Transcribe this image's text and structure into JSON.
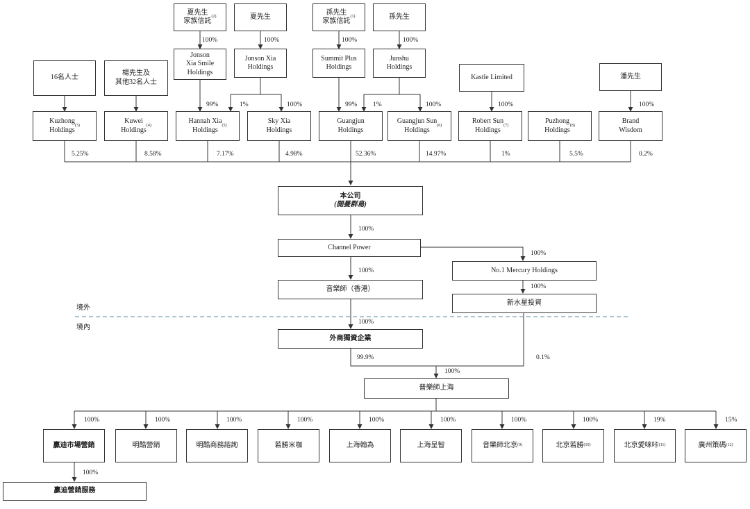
{
  "boxes": {
    "xia_trust": {
      "text": "夏先生\n家族信託",
      "sup": "(2)"
    },
    "xia": {
      "text": "夏先生"
    },
    "sun_trust": {
      "text": "孫先生\n家族信託",
      "sup": "(1)"
    },
    "sun": {
      "text": "孫先生"
    },
    "jonson_smile": {
      "text": "Jonson\nXia Smile\nHoldings"
    },
    "jonson_xia": {
      "text": "Jonson Xia\nHoldings"
    },
    "summit": {
      "text": "Summit Plus\nHoldings"
    },
    "junshu": {
      "text": "Junshu\nHoldings"
    },
    "people16": {
      "text": "16名人士"
    },
    "yang": {
      "text": "楊先生及\n其他32名人士"
    },
    "kastle": {
      "text": "Kastle Limited"
    },
    "pan": {
      "text": "潘先生"
    },
    "kuzhong": {
      "text": "Kuzhong\nHoldings",
      "sup": "(3)"
    },
    "kuwei": {
      "text": "Kuwei\nHoldings",
      "sup": "(4)"
    },
    "hannah": {
      "text": "Hannah Xia\nHoldings",
      "sup": "(5)"
    },
    "skyxia": {
      "text": "Sky Xia\nHoldings"
    },
    "guangjun": {
      "text": "Guangjun\nHoldings"
    },
    "guangjunsun": {
      "text": "Guangjun Sun\nHoldings",
      "sup": "(6)"
    },
    "robertsun": {
      "text": "Robert Sun\nHoldings",
      "sup": "(7)"
    },
    "puzhong": {
      "text": "Puzhong\nHoldings",
      "sup": "(8)"
    },
    "brand": {
      "text": "Brand\nWisdom"
    },
    "company": {
      "text": "本公司",
      "sub": "(開曼群島)"
    },
    "channel": {
      "text": "Channel Power"
    },
    "mercury": {
      "text": "No.1 Mercury Holdings"
    },
    "musichk": {
      "text": "音樂師（香港）"
    },
    "xinshuixing": {
      "text": "新水星投資"
    },
    "wfoe": {
      "text": "外商獨資企業"
    },
    "musicsh": {
      "text": "普樂師上海"
    },
    "yingdi": {
      "text": "贏迪市場營銷"
    },
    "mingku": {
      "text": "明酷營銷"
    },
    "mingkushang": {
      "text": "明酷商務諮詢"
    },
    "ruosheng": {
      "text": "若勝米咖"
    },
    "hanwei": {
      "text": "上海翰為"
    },
    "chengzhi": {
      "text": "上海呈智"
    },
    "musicbj": {
      "text": "音樂師北京",
      "sup": "(9)"
    },
    "bjruosheng": {
      "text": "北京若勝",
      "sup": "(10)"
    },
    "bjaimi": {
      "text": "北京愛咪咔",
      "sup": "(11)"
    },
    "gzce": {
      "text": "廣州策碼",
      "sup": "(12)"
    },
    "yingdiservice": {
      "text": "贏迪營銷服務"
    }
  },
  "percentages": {
    "p_smile": "100%",
    "p_jxia": "100%",
    "p_summit": "100%",
    "p_junshu": "100%",
    "p_hannah99": "99%",
    "p_hannah1": "1%",
    "p_sky100": "100%",
    "p_gj99": "99%",
    "p_gj1": "1%",
    "p_gjs100": "100%",
    "p_kastle": "100%",
    "p_brand": "100%",
    "p_kuzhong": "5.25%",
    "p_kuwei": "8.58%",
    "p_hannah": "7.17%",
    "p_sky": "4.98%",
    "p_guangjun": "52.36%",
    "p_guangjunsun": "14.97%",
    "p_robert": "1%",
    "p_puzhong": "5.5%",
    "p_brandw": "0.2%",
    "p_channel": "100%",
    "p_mercury": "100%",
    "p_musichk": "100%",
    "p_xinshuixing": "100%",
    "p_wfoe": "100%",
    "p_999": "99.9%",
    "p_01": "0.1%",
    "p_musicsh": "100%",
    "p_s1": "100%",
    "p_s2": "100%",
    "p_s3": "100%",
    "p_s4": "100%",
    "p_s5": "100%",
    "p_s6": "100%",
    "p_s7": "100%",
    "p_s8": "100%",
    "p_s9": "19%",
    "p_s10": "15%",
    "p_yingdiservice": "100%"
  },
  "zones": {
    "offshore": "境外",
    "onshore": "境內"
  },
  "colors": {
    "line": "#333333",
    "divider": "#5b8aa6"
  }
}
